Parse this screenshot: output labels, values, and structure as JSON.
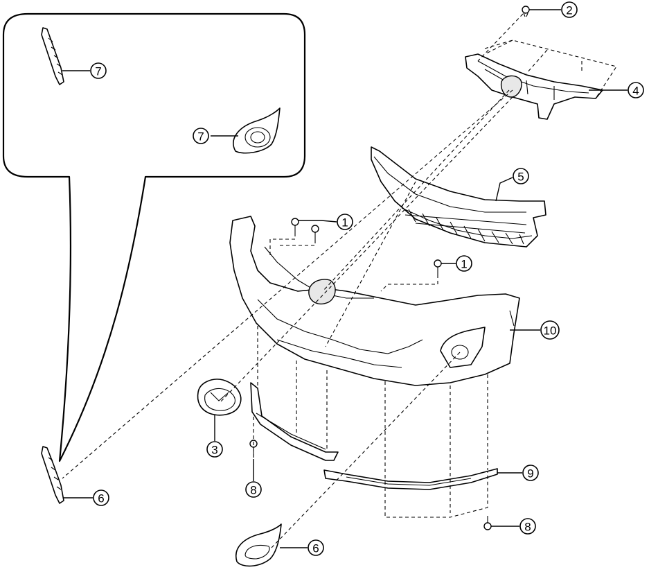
{
  "diagram": {
    "callouts": [
      {
        "id": "c1a",
        "label": "1"
      },
      {
        "id": "c1b",
        "label": "1"
      },
      {
        "id": "c2",
        "label": "2"
      },
      {
        "id": "c3",
        "label": "3"
      },
      {
        "id": "c4",
        "label": "4"
      },
      {
        "id": "c5",
        "label": "5"
      },
      {
        "id": "c6a",
        "label": "6"
      },
      {
        "id": "c6b",
        "label": "6"
      },
      {
        "id": "c7a",
        "label": "7"
      },
      {
        "id": "c7b",
        "label": "7"
      },
      {
        "id": "c8a",
        "label": "8"
      },
      {
        "id": "c8b",
        "label": "8"
      },
      {
        "id": "c9",
        "label": "9"
      },
      {
        "id": "c10",
        "label": "10"
      }
    ]
  }
}
